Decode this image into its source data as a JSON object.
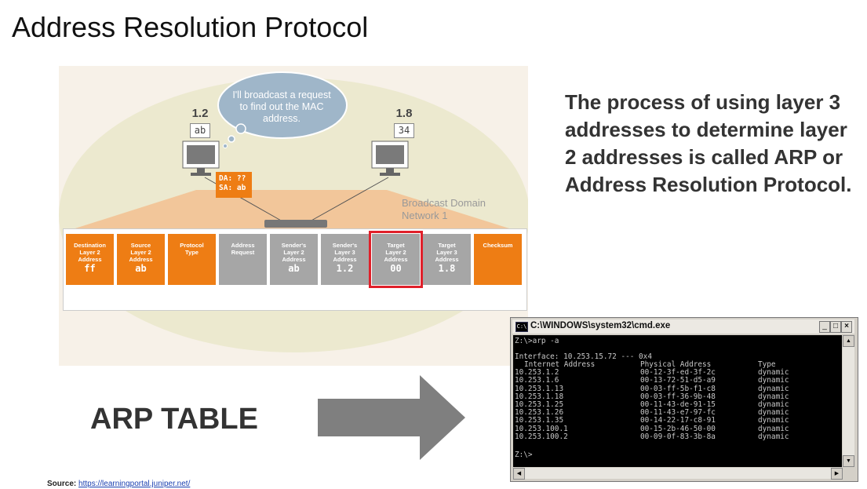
{
  "title": "Address Resolution Protocol",
  "diagram": {
    "host_left": {
      "ip": "1.2",
      "mac": "ab"
    },
    "host_right": {
      "ip": "1.8",
      "mac": "34"
    },
    "cloud_text": "I'll broadcast a request to find out the MAC address.",
    "frame_tag": [
      "DA: ??",
      "SA: ab"
    ],
    "domain_label": [
      "Broadcast Domain",
      "Network 1"
    ],
    "frame_fields": [
      {
        "label": [
          "Destination",
          "Layer 2",
          "Address"
        ],
        "value": "ff",
        "color": "orange"
      },
      {
        "label": [
          "Source",
          "Layer 2",
          "Address"
        ],
        "value": "ab",
        "color": "orange"
      },
      {
        "label": [
          "Protocol",
          "Type"
        ],
        "value": "",
        "color": "orange"
      },
      {
        "label": [
          "Address",
          "Request"
        ],
        "value": "",
        "color": "gray"
      },
      {
        "label": [
          "Sender's",
          "Layer 2",
          "Address"
        ],
        "value": "ab",
        "color": "gray"
      },
      {
        "label": [
          "Sender's",
          "Layer 3",
          "Address"
        ],
        "value": "1.2",
        "color": "gray"
      },
      {
        "label": [
          "Target",
          "Layer 2",
          "Address"
        ],
        "value": "00",
        "color": "gray",
        "highlighted": true
      },
      {
        "label": [
          "Target",
          "Layer 3",
          "Address"
        ],
        "value": "1.8",
        "color": "gray"
      },
      {
        "label": [
          "Checksum"
        ],
        "value": "",
        "color": "orange"
      }
    ]
  },
  "description": "The process of using layer 3 addresses  to determine layer 2 addresses is called ARP or Address Resolution Protocol.",
  "arp_table_label": "ARP TABLE",
  "source": {
    "label": "Source",
    "link": "https://learningportal.juniper.net/"
  },
  "cmd": {
    "title": "C:\\WINDOWS\\system32\\cmd.exe",
    "command": "Z:\\>arp -a",
    "interface_line": "Interface: 10.253.15.72 --- 0x4",
    "headers": [
      "Internet Address",
      "Physical Address",
      "Type"
    ],
    "rows": [
      [
        "10.253.1.2",
        "00-12-3f-ed-3f-2c",
        "dynamic"
      ],
      [
        "10.253.1.6",
        "00-13-72-51-d5-a9",
        "dynamic"
      ],
      [
        "10.253.1.13",
        "00-03-ff-5b-f1-c8",
        "dynamic"
      ],
      [
        "10.253.1.18",
        "00-03-ff-36-9b-48",
        "dynamic"
      ],
      [
        "10.253.1.25",
        "00-11-43-de-91-15",
        "dynamic"
      ],
      [
        "10.253.1.26",
        "00-11-43-e7-97-fc",
        "dynamic"
      ],
      [
        "10.253.1.35",
        "00-14-22-17-c8-91",
        "dynamic"
      ],
      [
        "10.253.100.1",
        "00-15-2b-46-50-00",
        "dynamic"
      ],
      [
        "10.253.100.2",
        "00-09-0f-83-3b-8a",
        "dynamic"
      ]
    ],
    "prompt": "Z:\\>",
    "buttons": [
      "_",
      "□",
      "×"
    ]
  }
}
